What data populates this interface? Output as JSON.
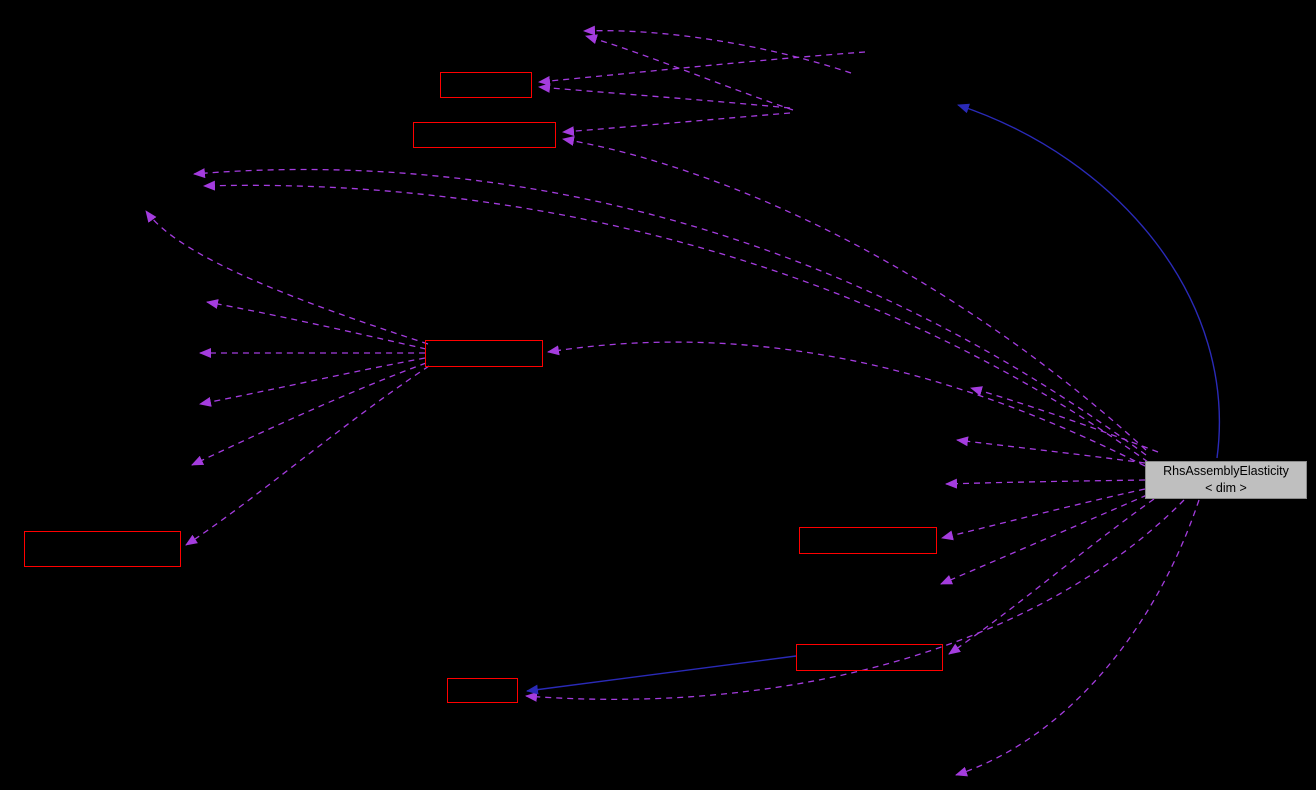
{
  "diagram": {
    "background_color": "#000000",
    "colors": {
      "dependency_edge": "#A43CDE",
      "inheritance_edge": "#2A2AB8",
      "node_border": "#FF0000",
      "main_node_fill": "#BFBFBF",
      "main_node_border": "#8A8A8A",
      "main_node_text": "#000000"
    },
    "main_node": {
      "label": "RhsAssemblyElasticity",
      "template_param": "< dim >"
    },
    "edge_styles": {
      "dependency": "dashed",
      "inheritance": "solid"
    }
  }
}
